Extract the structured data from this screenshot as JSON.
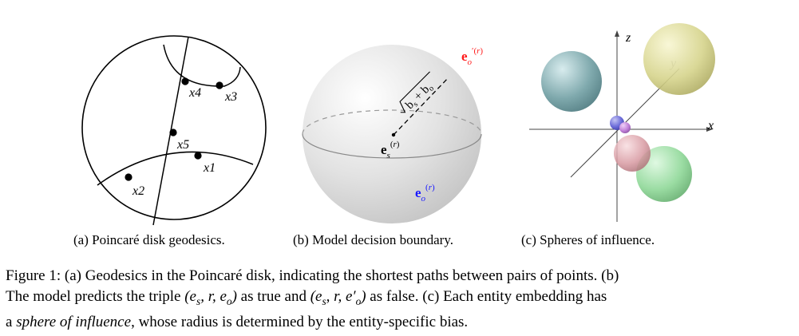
{
  "panel_a": {
    "points": [
      "x1",
      "x2",
      "x3",
      "x4",
      "x5"
    ],
    "caption": "(a) Poincaré disk geodesics."
  },
  "panel_b": {
    "distance_label": "√(b_s + b_o)",
    "subject_label": "e_s^(r)",
    "object_label": "e_o^(r)",
    "object_prime_label": "e_o^′(r)",
    "colors": {
      "object": "#1a1aff",
      "object_prime": "#ff1a1a"
    },
    "caption": "(b) Model decision boundary."
  },
  "panel_c": {
    "axes": [
      "x",
      "y",
      "z"
    ],
    "sphere_colors": [
      "#7fa9ad",
      "#d6d48c",
      "#6a6ad8",
      "#c080d8",
      "#d89aa2",
      "#8fd898"
    ],
    "caption": "(c) Spheres of influence."
  },
  "figure_caption": {
    "line1": "Figure 1: (a) Geodesics in the Poincaré disk, indicating the shortest paths between pairs of points. (b)",
    "line2_prefix": "The model predicts the triple ",
    "line2_triple_true": "(e_s, r, e_o)",
    "line2_middle": " as true and ",
    "line2_triple_false": "(e_s, r, e′_o)",
    "line2_suffix": " as false. (c) Each entity embedding has",
    "line3_prefix": "a ",
    "line3_emph": "sphere of influence",
    "line3_suffix": ", whose radius is determined by the entity-specific bias."
  }
}
